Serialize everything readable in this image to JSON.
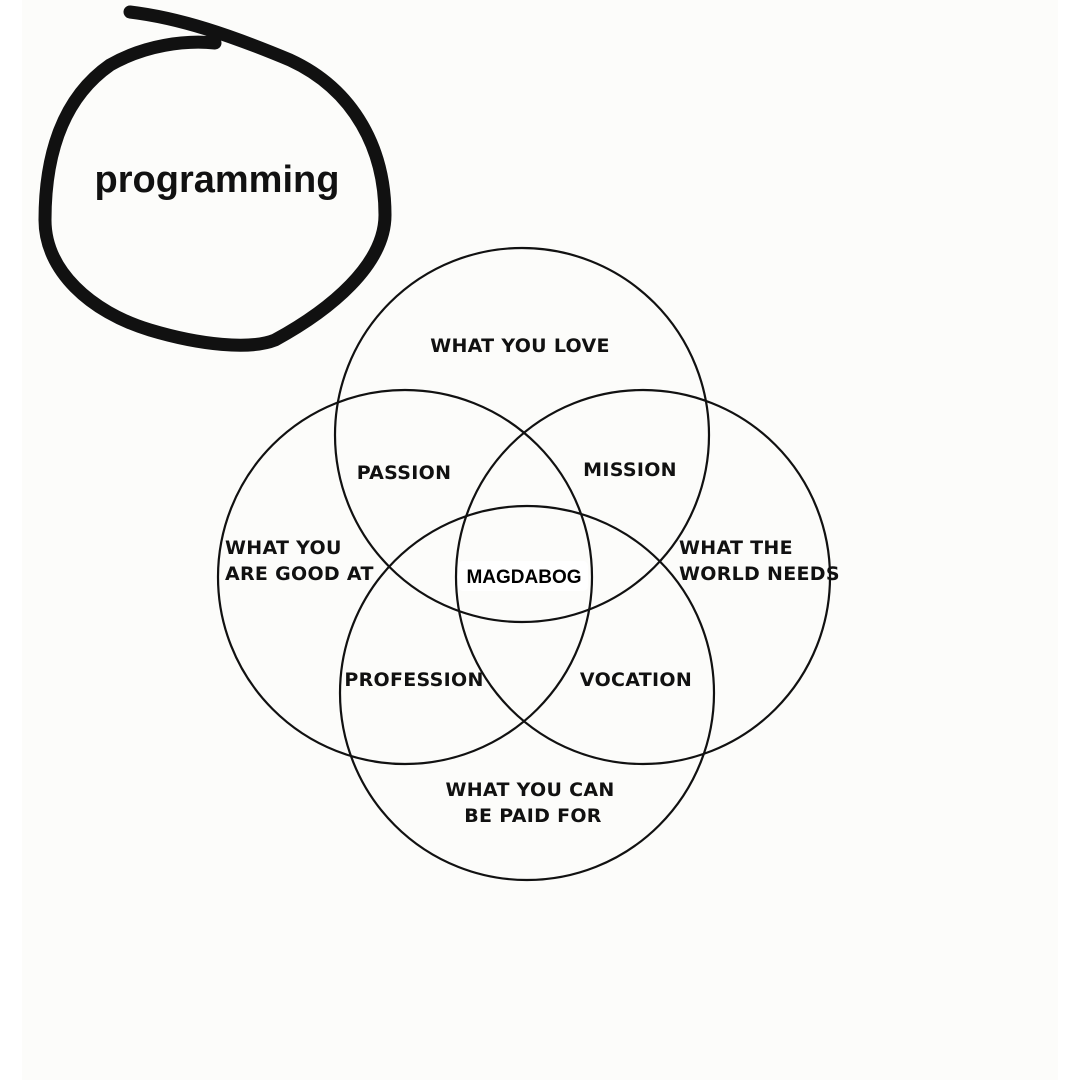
{
  "annotation": {
    "text": "programming"
  },
  "diagram": {
    "circles": {
      "top": "WHAT YOU LOVE",
      "left": [
        "WHAT YOU",
        "ARE GOOD AT"
      ],
      "right": [
        "WHAT THE",
        "WORLD NEEDS"
      ],
      "bottom": [
        "WHAT YOU CAN",
        "BE PAID FOR"
      ]
    },
    "overlaps": {
      "top_left": "PASSION",
      "top_right": "MISSION",
      "bottom_left": "PROFESSION",
      "bottom_right": "VOCATION"
    },
    "center": "MAGDABOG"
  },
  "colors": {
    "stroke": "#111111",
    "background": "#fcfcfa"
  }
}
